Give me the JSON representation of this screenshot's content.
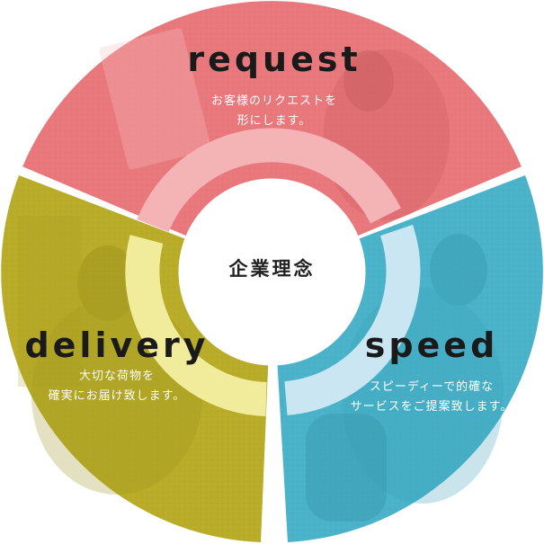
{
  "center": {
    "title": "企業理念"
  },
  "segments": {
    "request": {
      "title": "request",
      "description": "お客様のリクエストを\n形にします。"
    },
    "speed": {
      "title": "speed",
      "description": "スピーディーで的確な\nサービスをご提案致します。"
    },
    "delivery": {
      "title": "delivery",
      "description": "大切な荷物を\n確実にお届け致します。"
    }
  },
  "colors": {
    "request_segment": "#e8787c",
    "speed_segment": "#4ab3c9",
    "delivery_segment": "#b8ac28",
    "request_arrow": "#f4b3b5",
    "speed_arrow": "#c9e6f2",
    "delivery_arrow": "#f0ec9c"
  }
}
